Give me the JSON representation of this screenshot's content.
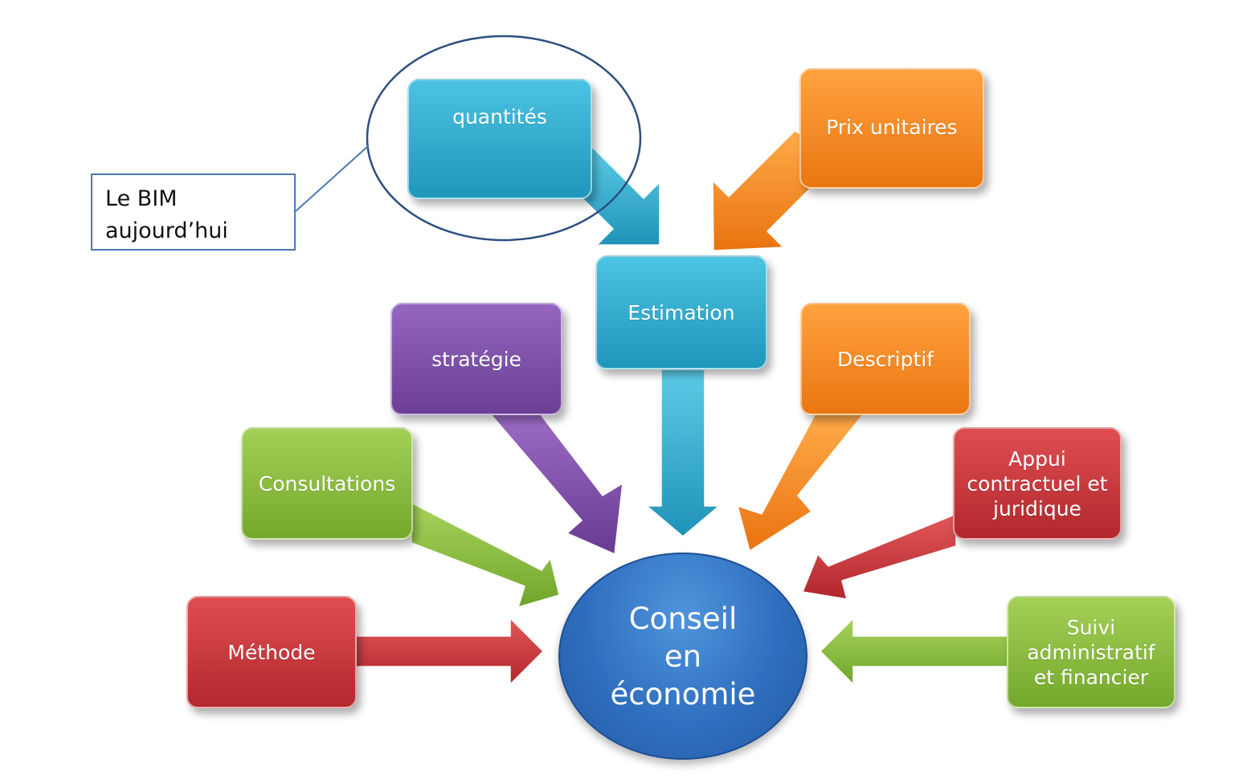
{
  "colors": {
    "teal": "#2aa9cc",
    "orange": "#f0861e",
    "purple": "#7f4fa8",
    "green": "#86bb3a",
    "red": "#cc3437",
    "blue": "#2f6fbf",
    "callout_border": "#4a78b6"
  },
  "center": {
    "label": "Conseil\nen\néconomie"
  },
  "callout": {
    "label": "Le BIM\naujourd’hui"
  },
  "nodes": {
    "quantites": {
      "label": "quantités"
    },
    "prix_unitaires": {
      "label": "Prix unitaires"
    },
    "estimation": {
      "label": "Estimation"
    },
    "strategie": {
      "label": "stratégie"
    },
    "descriptif": {
      "label": "Descriptif"
    },
    "consultations": {
      "label": "Consultations"
    },
    "appui": {
      "label": "Appui\ncontractuel et\njuridique"
    },
    "methode": {
      "label": "Méthode"
    },
    "suivi": {
      "label": "Suivi\nadministratif\net financier"
    }
  },
  "edges": [
    {
      "from": "quantites",
      "to": "estimation",
      "color": "teal"
    },
    {
      "from": "prix_unitaires",
      "to": "estimation",
      "color": "orange"
    },
    {
      "from": "estimation",
      "to": "center",
      "color": "teal"
    },
    {
      "from": "strategie",
      "to": "center",
      "color": "purple"
    },
    {
      "from": "descriptif",
      "to": "center",
      "color": "orange"
    },
    {
      "from": "consultations",
      "to": "center",
      "color": "green"
    },
    {
      "from": "appui",
      "to": "center",
      "color": "red"
    },
    {
      "from": "methode",
      "to": "center",
      "color": "red"
    },
    {
      "from": "suivi",
      "to": "center",
      "color": "green"
    }
  ]
}
